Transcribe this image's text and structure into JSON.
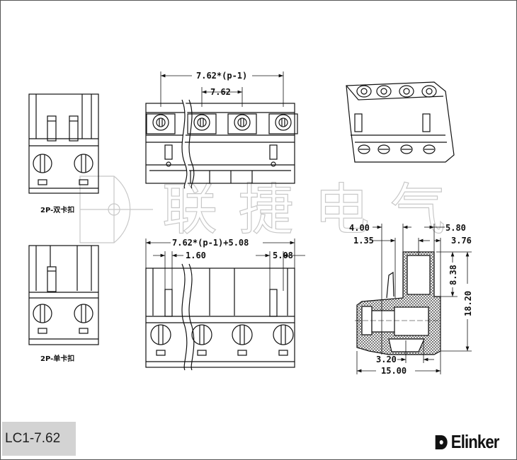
{
  "watermark": {
    "text": "联捷电气"
  },
  "views": {
    "top_left_label": "2P-双卡扣",
    "bottom_left_label": "2P-单卡扣"
  },
  "dimensions": {
    "pitch_total": "7.62*(p-1)",
    "pitch": "7.62",
    "pitch_total_plus": "7.62*(p-1)+5.08",
    "d160": "1.60",
    "d508": "5.08",
    "d400": "4.00",
    "d135": "1.35",
    "d580": "5.80",
    "d376": "3.76",
    "d838": "8.38",
    "d1820": "18.20",
    "d320": "3.20",
    "d1500": "15.00"
  },
  "footer": {
    "model": "LC1-7.62",
    "brand": "Elinker"
  }
}
